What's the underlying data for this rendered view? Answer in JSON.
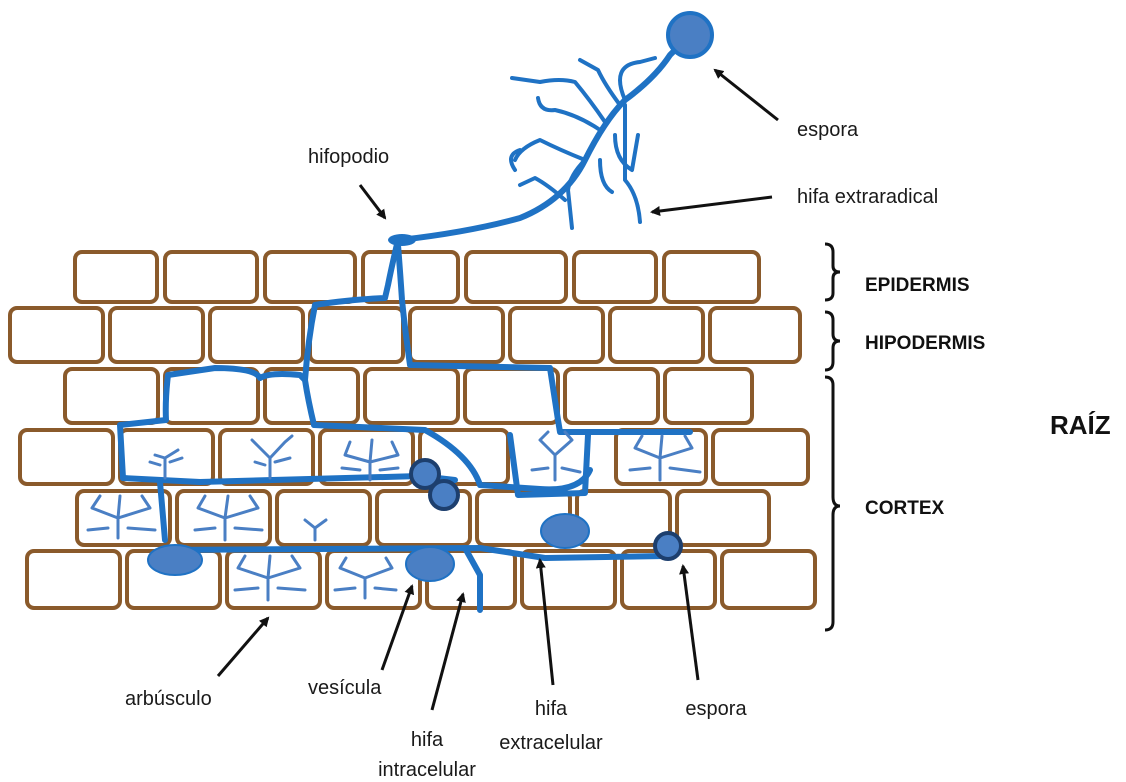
{
  "labels": {
    "espora_top": "espora",
    "hifa_extraradical": "hifa extraradical",
    "hifopodio": "hifopodio",
    "arbusculo": "arbúsculo",
    "vesicula": "vesícula",
    "hifa_intracelular_1": "hifa",
    "hifa_intracelular_2": "intracelular",
    "hifa_extracelular_1": "hifa",
    "hifa_extracelular_2": "extracelular",
    "espora_bottom": "espora"
  },
  "layers": {
    "epidermis": "EPIDERMIS",
    "hipodermis": "HIPODERMIS",
    "cortex": "CORTEX",
    "raiz": "RAÍZ"
  },
  "colors": {
    "hypha": "#1f72c4",
    "cell_wall": "#8a5a2b",
    "spore": "#4a7fc4",
    "vesicle": "#4a7fc4"
  }
}
